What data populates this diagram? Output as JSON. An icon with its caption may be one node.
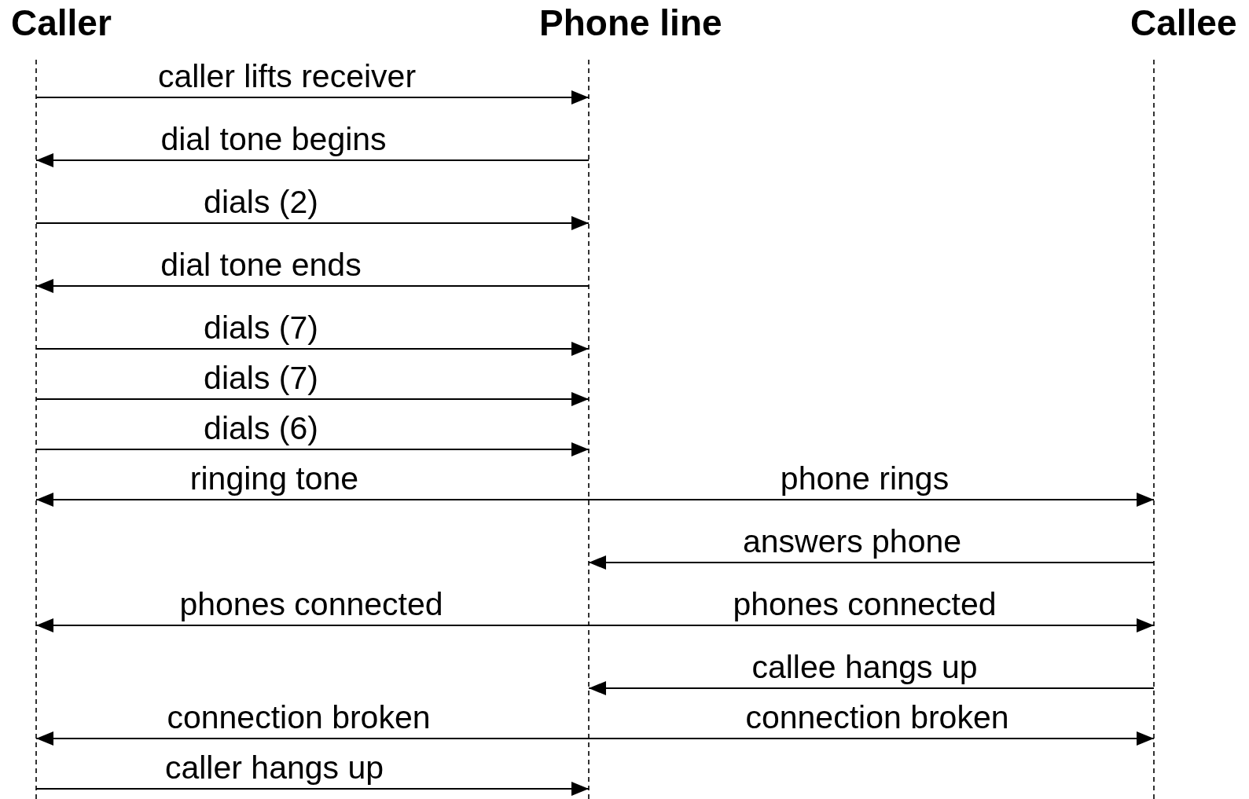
{
  "diagram": {
    "nodes": [
      {
        "text": [
          "Caller"
        ]
      },
      {
        "text": [
          "Phone line"
        ]
      },
      {
        "text": [
          "Callee"
        ]
      }
    ],
    "edges": [
      {
        "from": 0,
        "to": 1,
        "arrow": "to",
        "label": "caller lifts receiver"
      },
      {
        "from": 1,
        "to": 0,
        "arrow": "to",
        "label": "dial tone begins"
      },
      {
        "from": 0,
        "to": 1,
        "arrow": "to",
        "label": "dials (2)"
      },
      {
        "from": 1,
        "to": 0,
        "arrow": "to",
        "label": "dial tone ends"
      },
      {
        "from": 0,
        "to": 1,
        "arrow": "to",
        "label": "dials (7)"
      },
      {
        "from": 0,
        "to": 1,
        "arrow": "to",
        "label": "dials (7)"
      },
      {
        "from": 0,
        "to": 1,
        "arrow": "to",
        "label": "dials (6)"
      },
      {
        "from": 1,
        "to": 0,
        "arrow": "to",
        "label": "ringing tone"
      },
      {
        "from": 1,
        "to": 2,
        "arrow": "to",
        "label": "phone rings"
      },
      {
        "from": 2,
        "to": 1,
        "arrow": "to",
        "label": "answers phone"
      },
      {
        "from": 1,
        "to": 0,
        "arrow": "to",
        "label": "phones connected"
      },
      {
        "from": 1,
        "to": 2,
        "arrow": "to",
        "label": "phones connected"
      },
      {
        "from": 2,
        "to": 1,
        "arrow": "to",
        "label": "callee hangs up"
      },
      {
        "from": 1,
        "to": 0,
        "arrow": "to",
        "label": "connection broken"
      },
      {
        "from": 1,
        "to": 2,
        "arrow": "to",
        "label": "connection broken"
      },
      {
        "from": 0,
        "to": 1,
        "arrow": "to",
        "label": "caller hangs up"
      }
    ]
  }
}
